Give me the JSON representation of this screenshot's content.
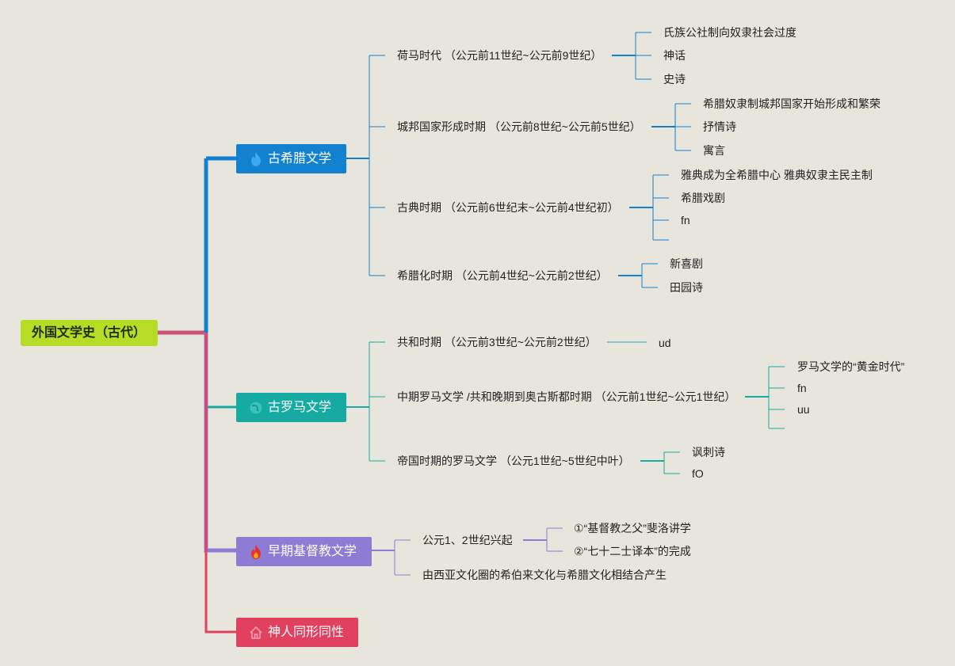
{
  "root": "外国文学史（古代）",
  "branches": {
    "greek": {
      "label": "古希腊文学",
      "icon": "flame-icon",
      "color": "#1281cf",
      "periods": [
        {
          "label": "荷马时代 （公元前11世纪~公元前9世纪）",
          "items": [
            "氏族公社制向奴隶社会过度",
            "神话",
            "史诗"
          ]
        },
        {
          "label": "城邦国家形成时期 （公元前8世纪~公元前5世纪）",
          "items": [
            "希腊奴隶制城邦国家开始形成和繁荣",
            "抒情诗",
            "寓言"
          ]
        },
        {
          "label": "古典时期 （公元前6世纪末~公元前4世纪初）",
          "items": [
            "雅典成为全希腊中心 雅典奴隶主民主制",
            "希腊戏剧",
            "fn",
            ""
          ]
        },
        {
          "label": "希腊化时期 （公元前4世纪~公元前2世纪）",
          "items": [
            "新喜剧",
            "田园诗"
          ]
        }
      ]
    },
    "roman": {
      "label": "古罗马文学",
      "icon": "globe-icon",
      "color": "#15aaa2",
      "periods": [
        {
          "label": "共和时期 （公元前3世纪~公元前2世纪）",
          "items": [
            "ud"
          ]
        },
        {
          "label": "中期罗马文学 /共和晚期到奥古斯都时期 （公元前1世纪~公元1世纪）",
          "items": [
            "罗马文学的“黄金时代”",
            "fn",
            "uu",
            ""
          ]
        },
        {
          "label": "帝国时期的罗马文学 （公元1世纪~5世纪中叶）",
          "items": [
            "讽刺诗",
            "fO"
          ]
        }
      ]
    },
    "christian": {
      "label": "早期基督教文学",
      "icon": "fire-icon",
      "color": "#8e7bd3",
      "periods": [
        {
          "label": "公元1、2世纪兴起",
          "items": [
            "①“基督教之父”斐洛讲学",
            "②“七十二士译本”的完成"
          ]
        },
        {
          "label": "由西亚文化圈的希伯来文化与希腊文化相结合产生",
          "items": []
        }
      ]
    },
    "gods": {
      "label": "神人同形同性",
      "icon": "home-icon",
      "color": "#e1405f"
    }
  }
}
